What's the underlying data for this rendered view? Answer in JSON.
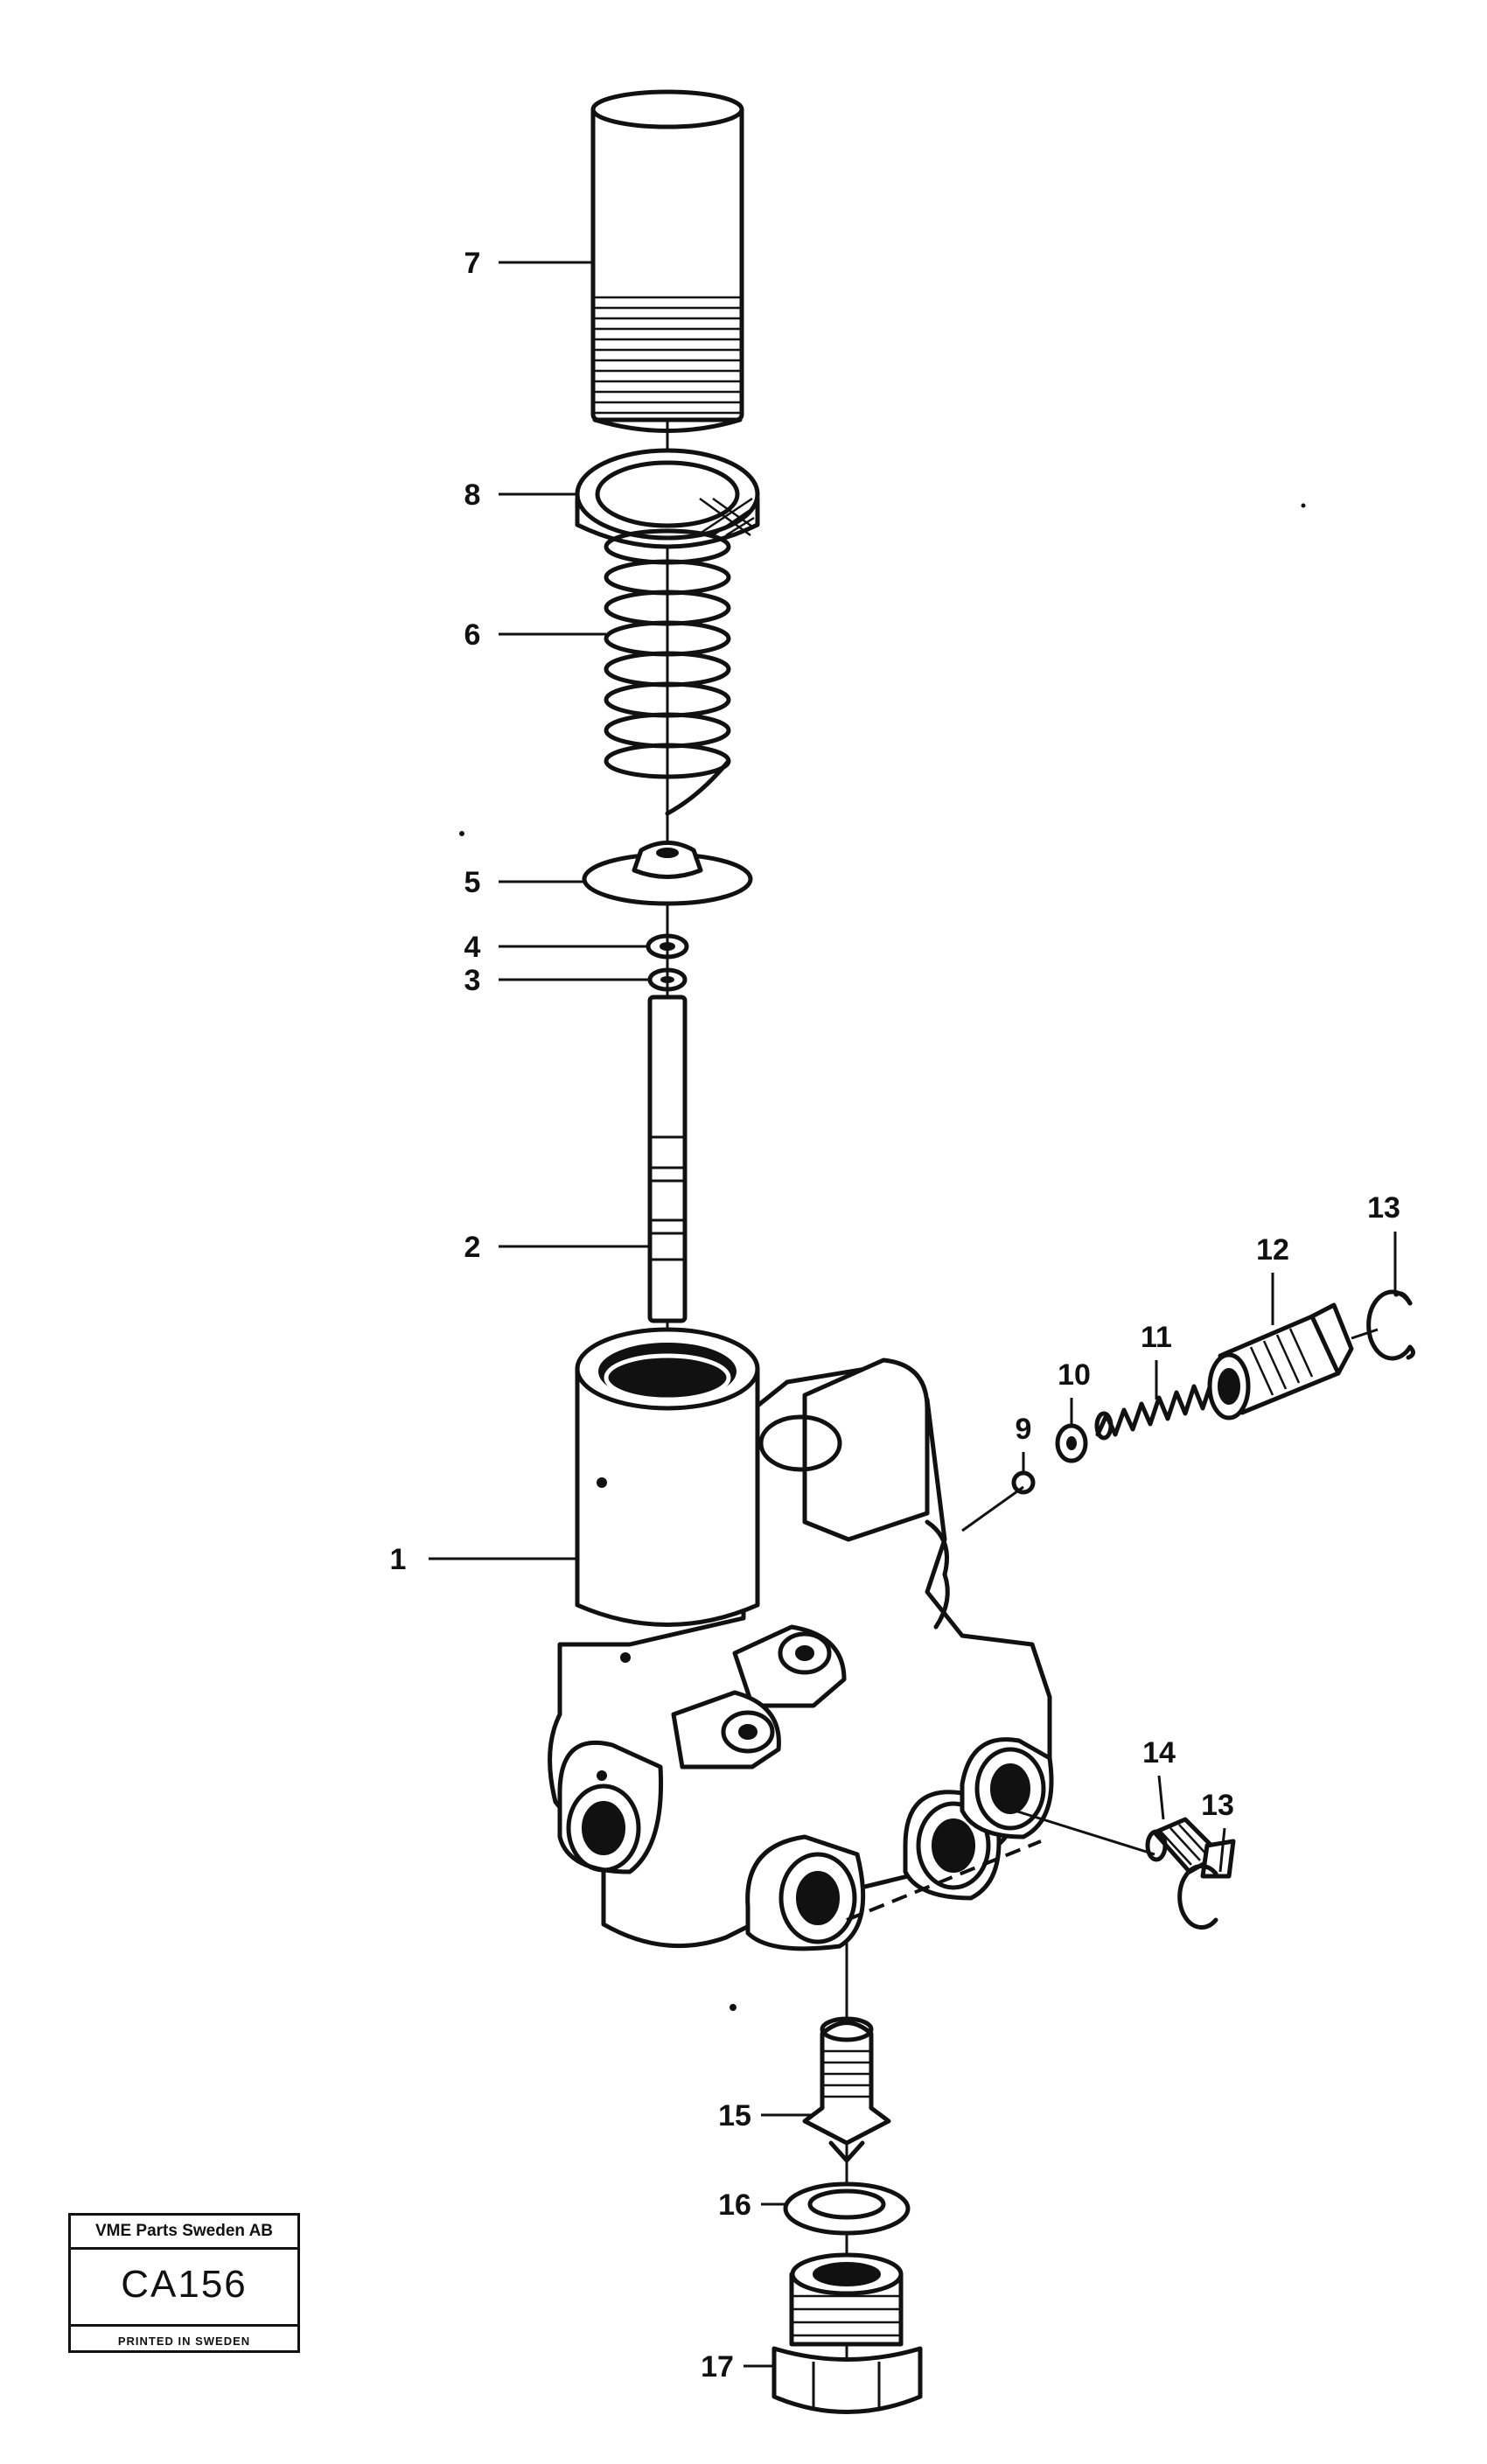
{
  "callouts": {
    "p1": "1",
    "p2": "2",
    "p3": "3",
    "p4": "4",
    "p5": "5",
    "p6": "6",
    "p7": "7",
    "p8": "8",
    "p9": "9",
    "p10": "10",
    "p11": "11",
    "p12": "12",
    "p13a": "13",
    "p13b": "13",
    "p14": "14",
    "p15": "15",
    "p16": "16",
    "p17": "17"
  },
  "stamp": {
    "company": "VME Parts Sweden AB",
    "code": "CA156",
    "printed": "PRINTED IN SWEDEN"
  },
  "colors": {
    "ink": "#111111",
    "paper": "#ffffff"
  }
}
